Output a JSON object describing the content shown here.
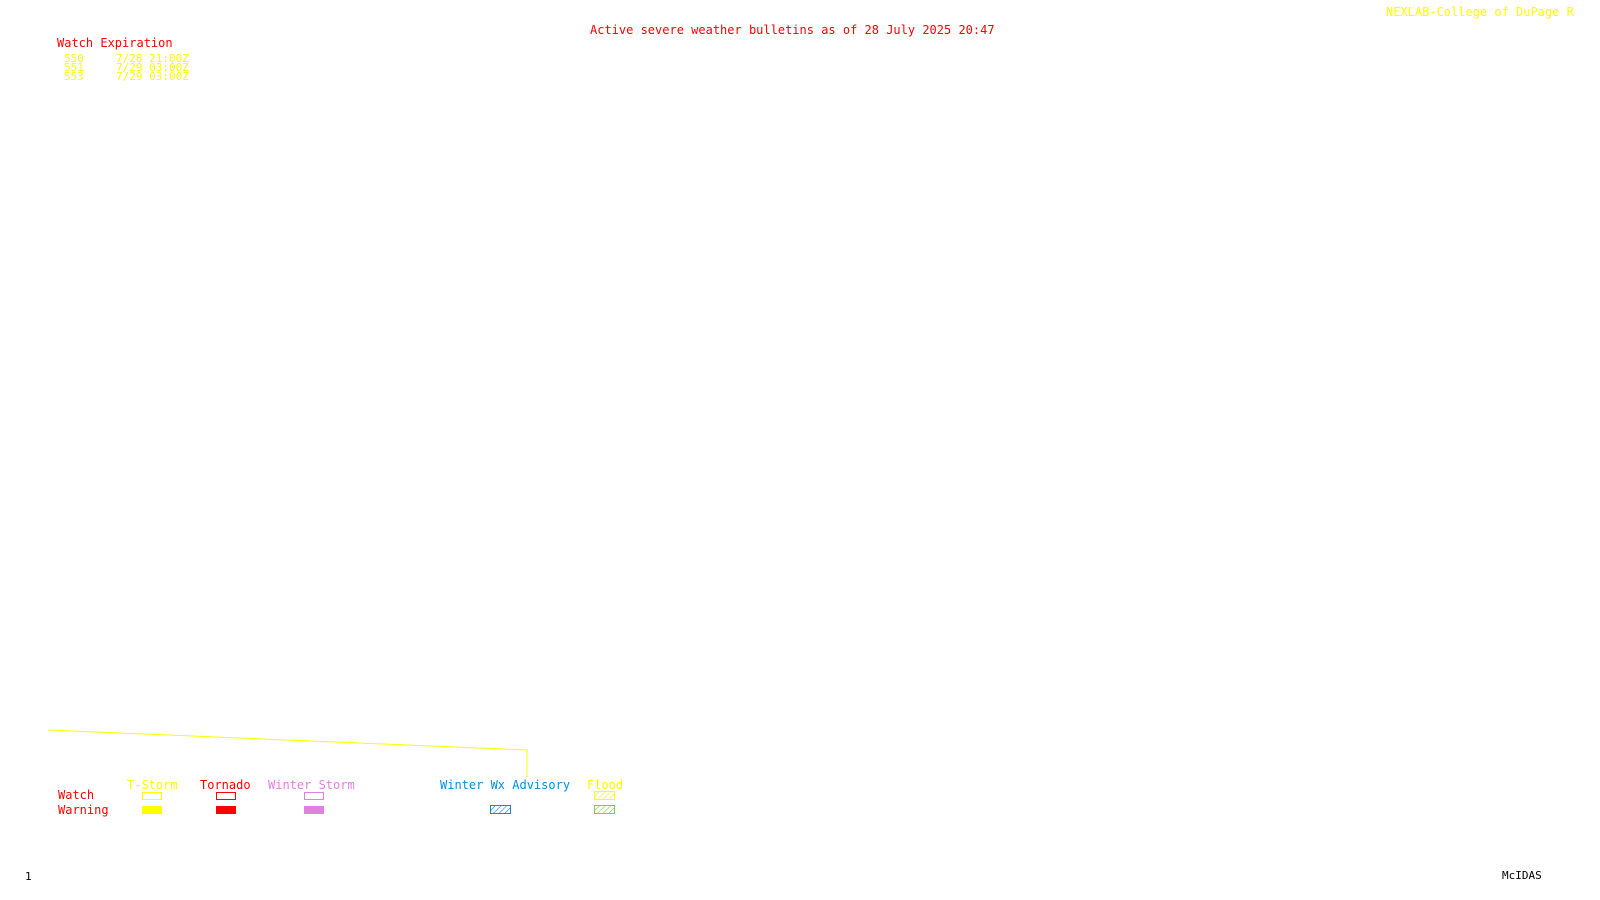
{
  "header": {
    "title": "Active severe weather bulletins as of 28 July 2025 20:47",
    "credit": "NEXLAB-College of DuPage R"
  },
  "watch_table": {
    "heading": "Watch Expiration",
    "rows": [
      {
        "id": "550",
        "expires": "7/28 21:00Z"
      },
      {
        "id": "551",
        "expires": "7/29 03:00Z"
      },
      {
        "id": "553",
        "expires": "7/29 03:00Z"
      }
    ]
  },
  "legend": {
    "row_labels": {
      "watch": "Watch",
      "warning": "Warning"
    },
    "columns": [
      {
        "label": "T-Storm",
        "color": "#ffff00"
      },
      {
        "label": "Tornado",
        "color": "#ff0000"
      },
      {
        "label": "Winter Storm",
        "color": "#e080e0"
      },
      {
        "label": "Winter Wx Advisory",
        "color": "#0090e0"
      },
      {
        "label": "Flood",
        "color": "#ffff00",
        "warning_color": "#80d040"
      }
    ]
  },
  "footer": {
    "frame_number": "1",
    "software": "McIDAS"
  }
}
